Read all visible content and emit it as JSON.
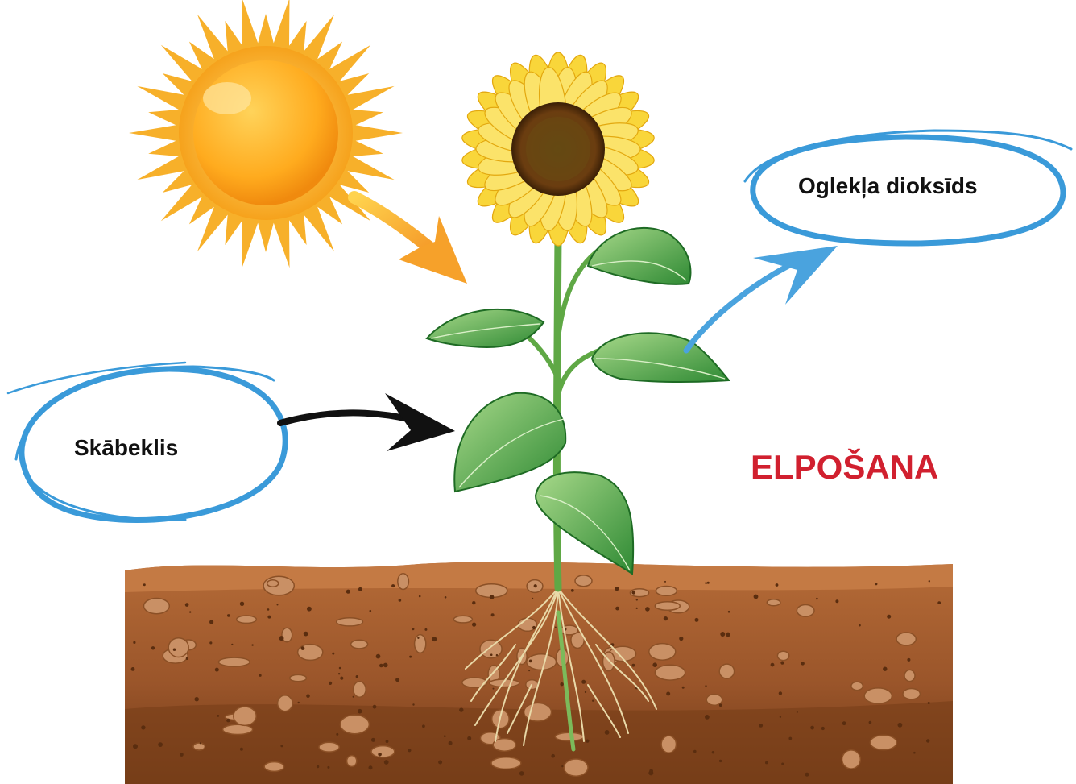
{
  "labels": {
    "oxygen": "Skābeklis",
    "carbon_dioxide": "Oglekļa dioksīds"
  },
  "title": "ELPOŠANA",
  "colors": {
    "title": "#d1202f",
    "bubble_outline": "#3a9ad9",
    "oxygen_arrow": "#111111",
    "co2_arrow": "#4aa3de",
    "sun_arrow": "#f6a12a",
    "sun": "#f7a21b",
    "leaf": "#3f9a3a",
    "soil": "#9b5a2e"
  },
  "icons": [
    "sun-icon",
    "sunflower-icon",
    "soil-layer",
    "roots-icon"
  ]
}
